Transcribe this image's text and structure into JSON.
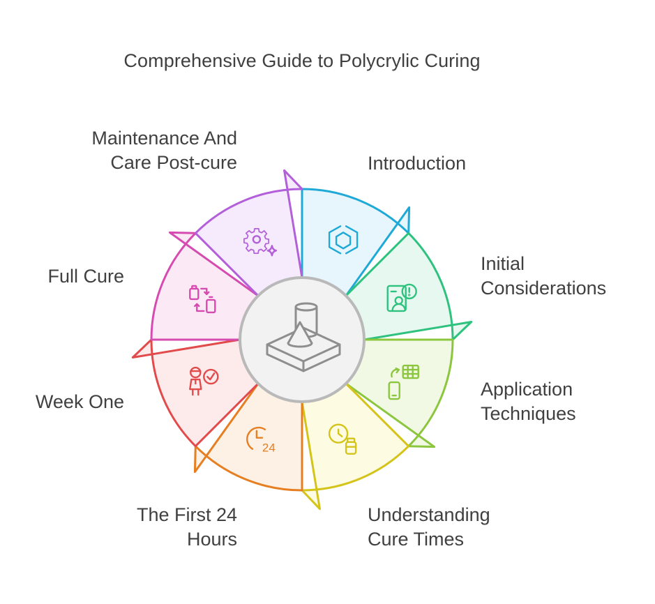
{
  "title": "Comprehensive Guide to Polycrylic Curing",
  "colors": {
    "center_fill": "#f2f2f2",
    "center_stroke": "#9a9a9a"
  },
  "center": {
    "icon": "raised-platform-cone-cylinder-icon"
  },
  "segments": [
    {
      "id": "introduction",
      "lines": [
        "Introduction"
      ],
      "icon": "hexagon-link-icon",
      "stroke": "#1fa9d6",
      "fill": "#e6f6fc"
    },
    {
      "id": "initial-considerations",
      "lines": [
        "Initial",
        "Considerations"
      ],
      "icon": "person-alert-board-icon",
      "stroke": "#2ec27e",
      "fill": "#e6f8ef"
    },
    {
      "id": "application-techniques",
      "lines": [
        "Application",
        "Techniques"
      ],
      "icon": "phone-table-sync-icon",
      "stroke": "#8cc63f",
      "fill": "#f1f9e4"
    },
    {
      "id": "understanding-cure-times",
      "lines": [
        "Understanding",
        "Cure Times"
      ],
      "icon": "clock-jar-icon",
      "stroke": "#d4c41a",
      "fill": "#fdfbe1"
    },
    {
      "id": "the-first-24-hours",
      "lines": [
        "The First 24",
        "Hours"
      ],
      "icon": "clock-24-icon",
      "stroke": "#e67e22",
      "fill": "#fdf1e6"
    },
    {
      "id": "week-one",
      "lines": [
        "Week One"
      ],
      "icon": "person-check-icon",
      "stroke": "#e14b4b",
      "fill": "#fdeaea"
    },
    {
      "id": "full-cure",
      "lines": [
        "Full Cure"
      ],
      "icon": "containers-swap-icon",
      "stroke": "#d64bb0",
      "fill": "#fbeaf6"
    },
    {
      "id": "maintenance-and-care-post-cure",
      "lines": [
        "Maintenance And",
        "Care Post-cure"
      ],
      "icon": "gear-sparkle-icon",
      "stroke": "#b25fd9",
      "fill": "#f5ebfc"
    }
  ]
}
